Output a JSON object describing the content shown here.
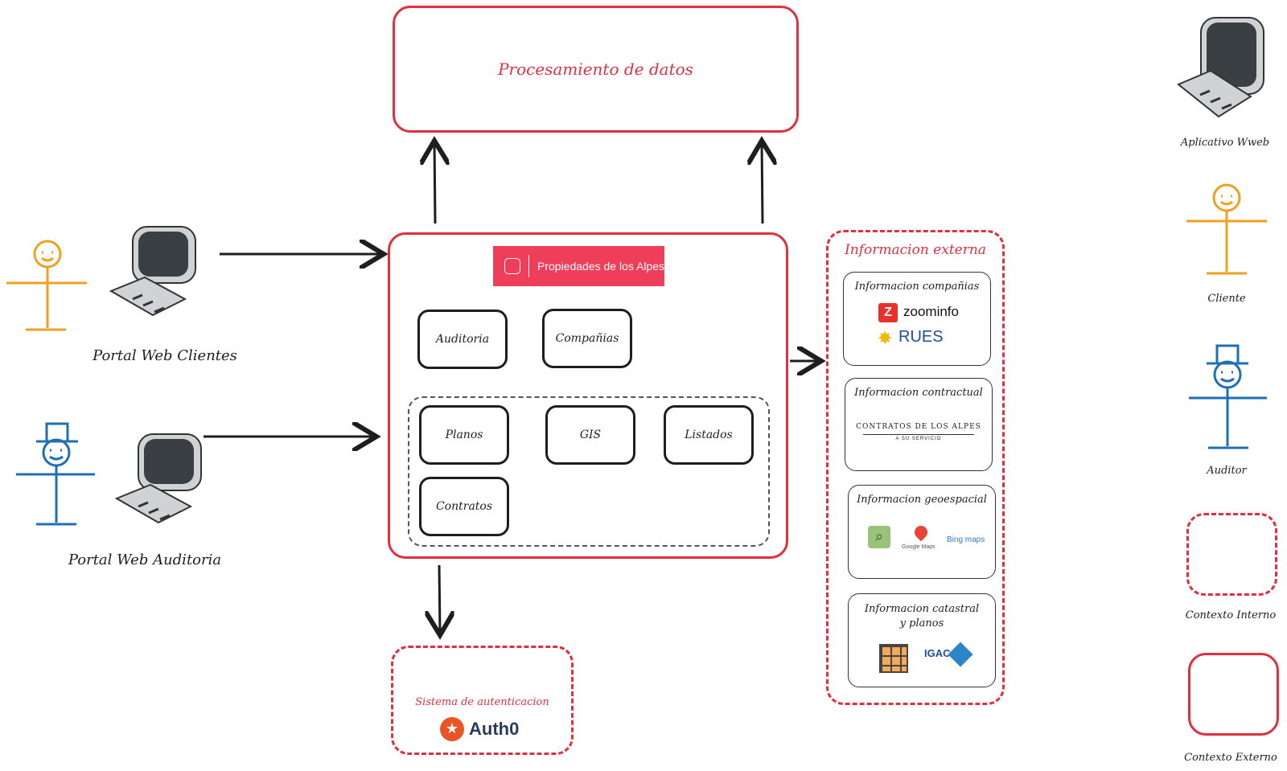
{
  "processing": {
    "title": "Procesamiento de datos"
  },
  "core": {
    "brand": "Propiedades de los Alpes",
    "modules_top": [
      "Auditoria",
      "Compañias"
    ],
    "modules_inner": [
      "Planos",
      "GIS",
      "Listados",
      "Contratos"
    ]
  },
  "auth": {
    "title": "Sistema de autenticacion",
    "provider": "Auth0"
  },
  "external": {
    "title": "Informacion externa",
    "cards": [
      {
        "title": "Informacion compañias",
        "logos": [
          "zoominfo",
          "RUES"
        ]
      },
      {
        "title": "Informacion contractual",
        "logos": [
          "CONTRATOS DE LOS ALPES",
          "A SU SERVICIO"
        ]
      },
      {
        "title": "Informacion geoespacial",
        "logos": [
          "Google Maps",
          "Bing maps"
        ]
      },
      {
        "title": "Informacion catastral y planos",
        "logos": [
          "IGAC"
        ]
      }
    ]
  },
  "actors": {
    "clients_portal": "Portal Web Clientes",
    "audit_portal": "Portal Web Auditoria"
  },
  "legend": {
    "web_app": "Aplicativo Wweb",
    "client": "Cliente",
    "auditor": "Auditor",
    "internal": "Contexto Interno",
    "external": "Contexto Externo"
  },
  "colors": {
    "accent": "#e03040",
    "client": "#f0a020",
    "auditor": "#1f6fb5",
    "brand_bg": "#ef3e59"
  }
}
